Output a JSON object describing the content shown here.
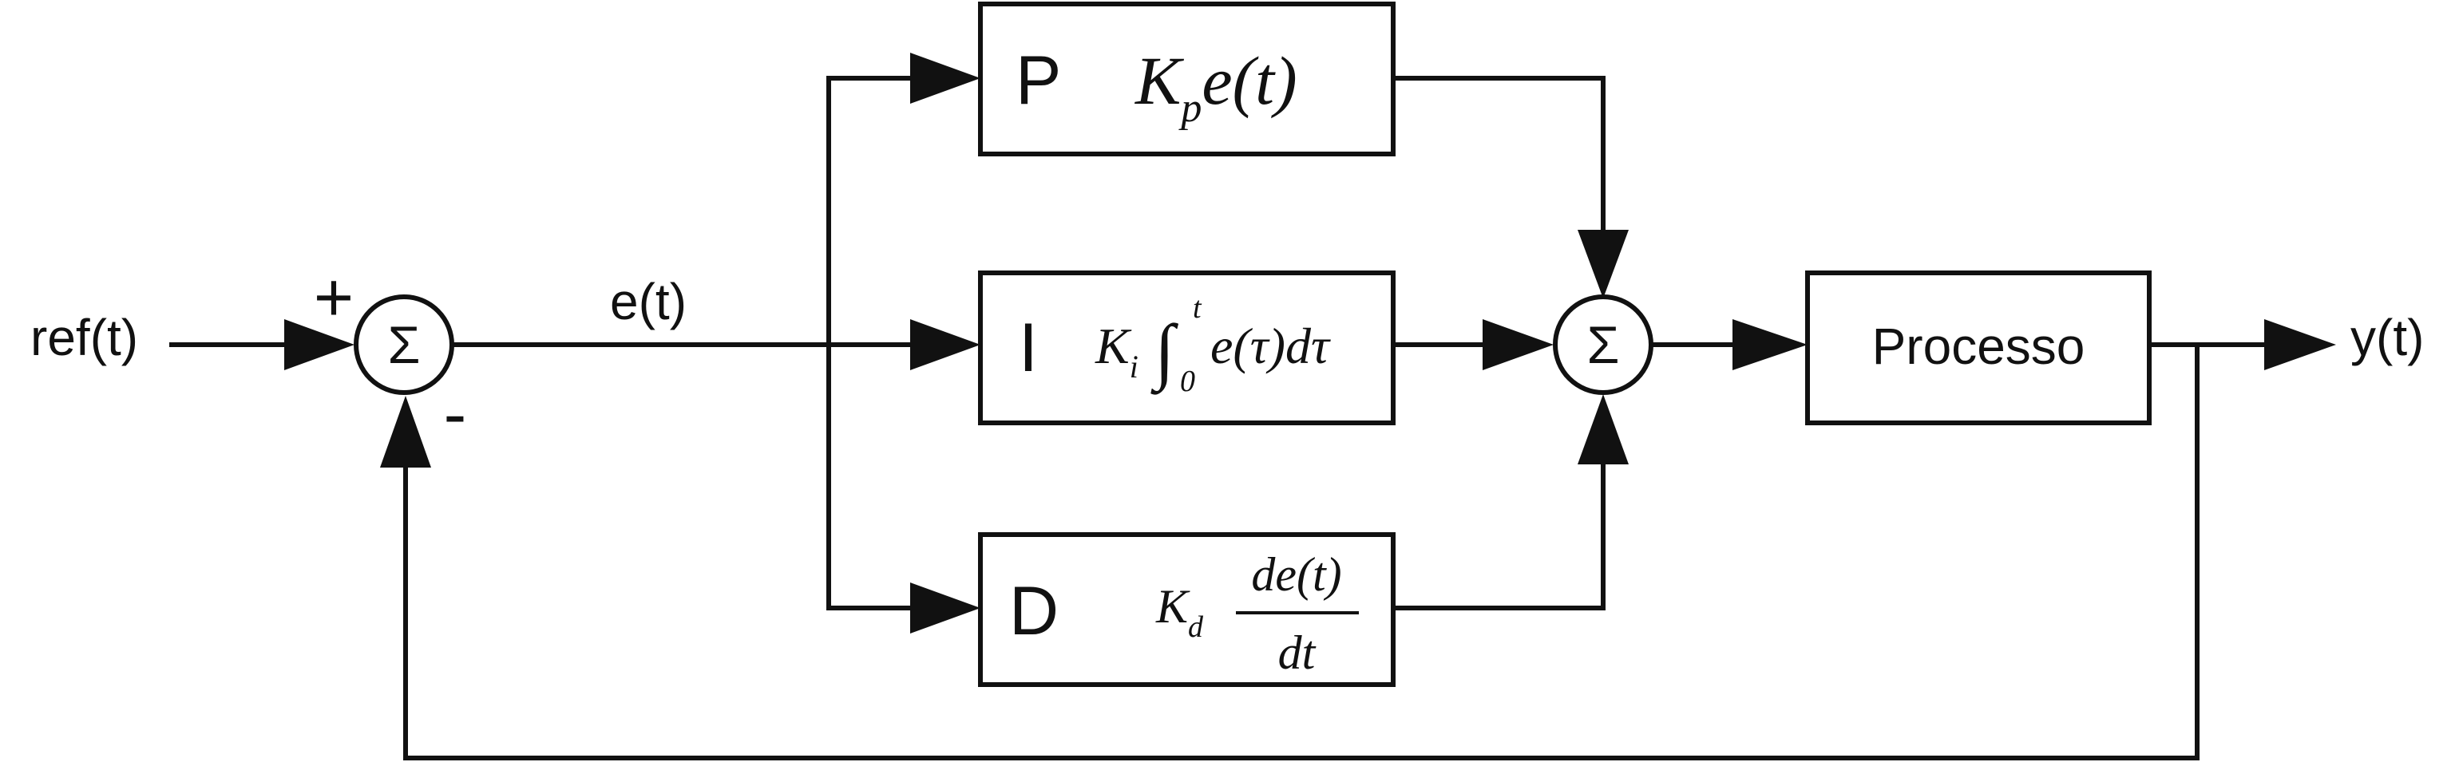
{
  "signals": {
    "input": "ref(t)",
    "error": "e(t)",
    "output": "y(t)"
  },
  "summers": {
    "symbol": "Σ",
    "plus_sign": "+",
    "minus_sign": "-"
  },
  "blocks": {
    "p": {
      "letter": "P",
      "formula": {
        "K": "K",
        "sub": "p",
        "rest": "e(t)"
      }
    },
    "i": {
      "letter": "I",
      "formula": {
        "K": "K",
        "sub": "i",
        "integral": "∫",
        "upper": "t",
        "lower": "0",
        "rest": "e(τ)dτ"
      }
    },
    "d": {
      "letter": "D",
      "formula": {
        "K": "K",
        "sub": "d",
        "numerator": "de(t)",
        "denominator": "dt"
      }
    },
    "process": "Processo"
  }
}
